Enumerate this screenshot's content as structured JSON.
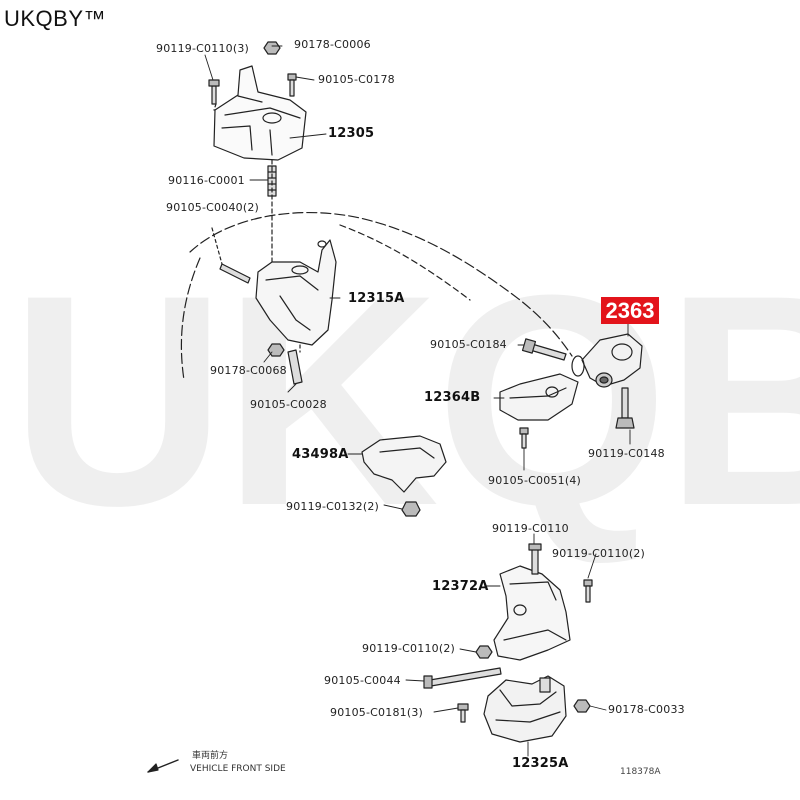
{
  "brand": "UKQBY™",
  "watermark": "UKQBY™",
  "highlight": {
    "text": "2363",
    "color": "#e3141b"
  },
  "labels": {
    "p90119_c0110_3": "90119-C0110(3)",
    "p90178_c0006": "90178-C0006",
    "p90105_c0178": "90105-C0178",
    "p12305": "12305",
    "p90116_c0001": "90116-C0001",
    "p90105_c0040_2": "90105-C0040(2)",
    "p12315a": "12315A",
    "p90105_c0184": "90105-C0184",
    "p90178_c0068": "90178-C0068",
    "p90105_c0028": "90105-C0028",
    "p12364b": "12364B",
    "p90119_c0148": "90119-C0148",
    "p43498a": "43498A",
    "p90105_c0051_4": "90105-C0051(4)",
    "p90119_c0132_2": "90119-C0132(2)",
    "p90119_c0110": "90119-C0110",
    "p90119_c0110_2a": "90119-C0110(2)",
    "p12372a": "12372A",
    "p90119_c0110_2b": "90119-C0110(2)",
    "p90105_c0044": "90105-C0044",
    "p90105_c0181_3": "90105-C0181(3)",
    "p90178_c0033": "90178-C0033",
    "p12325a": "12325A"
  },
  "front_side": {
    "jp": "車両前方",
    "en": "VEHICLE FRONT SIDE"
  },
  "drawing_code": "118378A"
}
